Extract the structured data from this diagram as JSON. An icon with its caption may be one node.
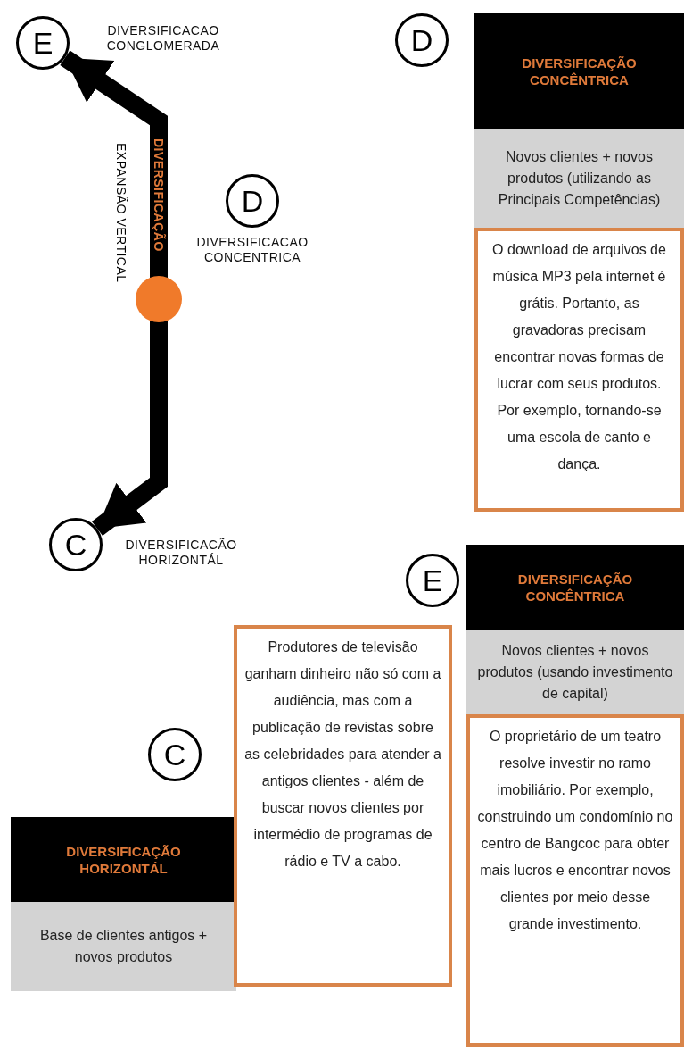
{
  "diagram": {
    "nodes": [
      {
        "text": [
          "E"
        ],
        "beside": [
          "DIVERSIFICACAO CONGLOMERADA"
        ]
      },
      {
        "text": [
          "D"
        ]
      },
      {
        "text": [
          "DIVERSIFICAÇÃO CONCÊNTRICA"
        ]
      },
      {
        "text": [
          "Novos clientes + novos produtos (utilizando as Principais Competências)"
        ]
      },
      {
        "text": [
          "O download de arquivos de música MP3 pela internet é grátis. Portanto, as gravadoras precisam encontrar novas formas de lucrar com seus produtos. Por exemplo, tornando-se uma escola de canto e dança."
        ]
      },
      {
        "text": [
          "D"
        ],
        "beside": [
          "DIVERSIFICACAO CONCENTRICA"
        ]
      },
      {
        "text": [
          "C"
        ],
        "beside": [
          "DIVERSIFICACÃO HORIZONTÁL"
        ]
      },
      {
        "text": [
          "E"
        ]
      },
      {
        "text": [
          "DIVERSIFICAÇÃO CONCÊNTRICA"
        ]
      },
      {
        "text": [
          "Novos clientes + novos produtos (usando investimento de capital)"
        ]
      },
      {
        "text": [
          "O proprietário de um teatro resolve investir no ramo imobiliário. Por exemplo, construindo um condomínio no centro de Bangcoc para obter mais lucros e encontrar novos clientes por meio desse grande investimento."
        ]
      },
      {
        "text": [
          "C"
        ]
      },
      {
        "text": [
          "DIVERSIFICAÇÃO HORIZONTÁL"
        ]
      },
      {
        "text": [
          "Base de clientes antigos + novos produtos"
        ]
      },
      {
        "text": [
          "Produtores de televisão ganham dinheiro não só com a audiência, mas com a publicação de revistas sobre as celebridades para atender a antigos clientes - além de buscar novos clientes por intermédio de programas de rádio e TV a cabo."
        ]
      }
    ],
    "edges": [
      {
        "from": 0,
        "to": 6,
        "arrow": "both",
        "label": "DIVERSIFICAÇÃO"
      }
    ],
    "labels": [
      "EXPANSÃO VERTICAL"
    ]
  }
}
